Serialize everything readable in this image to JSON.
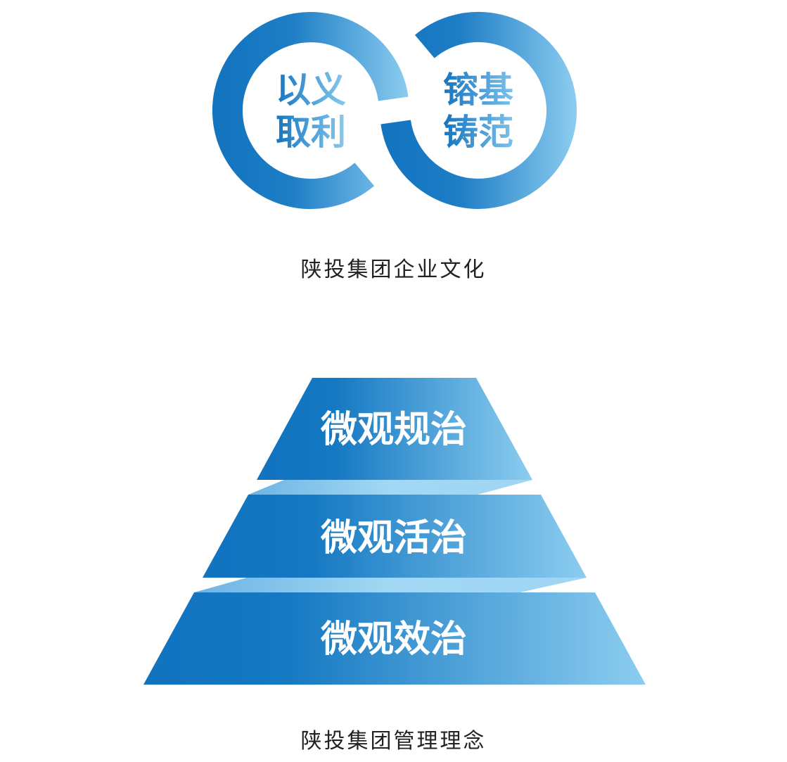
{
  "logo": {
    "left_text": [
      "以义",
      "取利"
    ],
    "right_text": [
      "镕基",
      "铸范"
    ]
  },
  "culture_caption": "陕投集团企业文化",
  "pyramid": {
    "levels": [
      "微观规治",
      "微观活治",
      "微观效治"
    ]
  },
  "management_caption": "陕投集团管理理念",
  "colors": {
    "dark_blue": "#1273bf",
    "light_blue": "#8ccdf0",
    "band_light": "#a2d8f4"
  }
}
